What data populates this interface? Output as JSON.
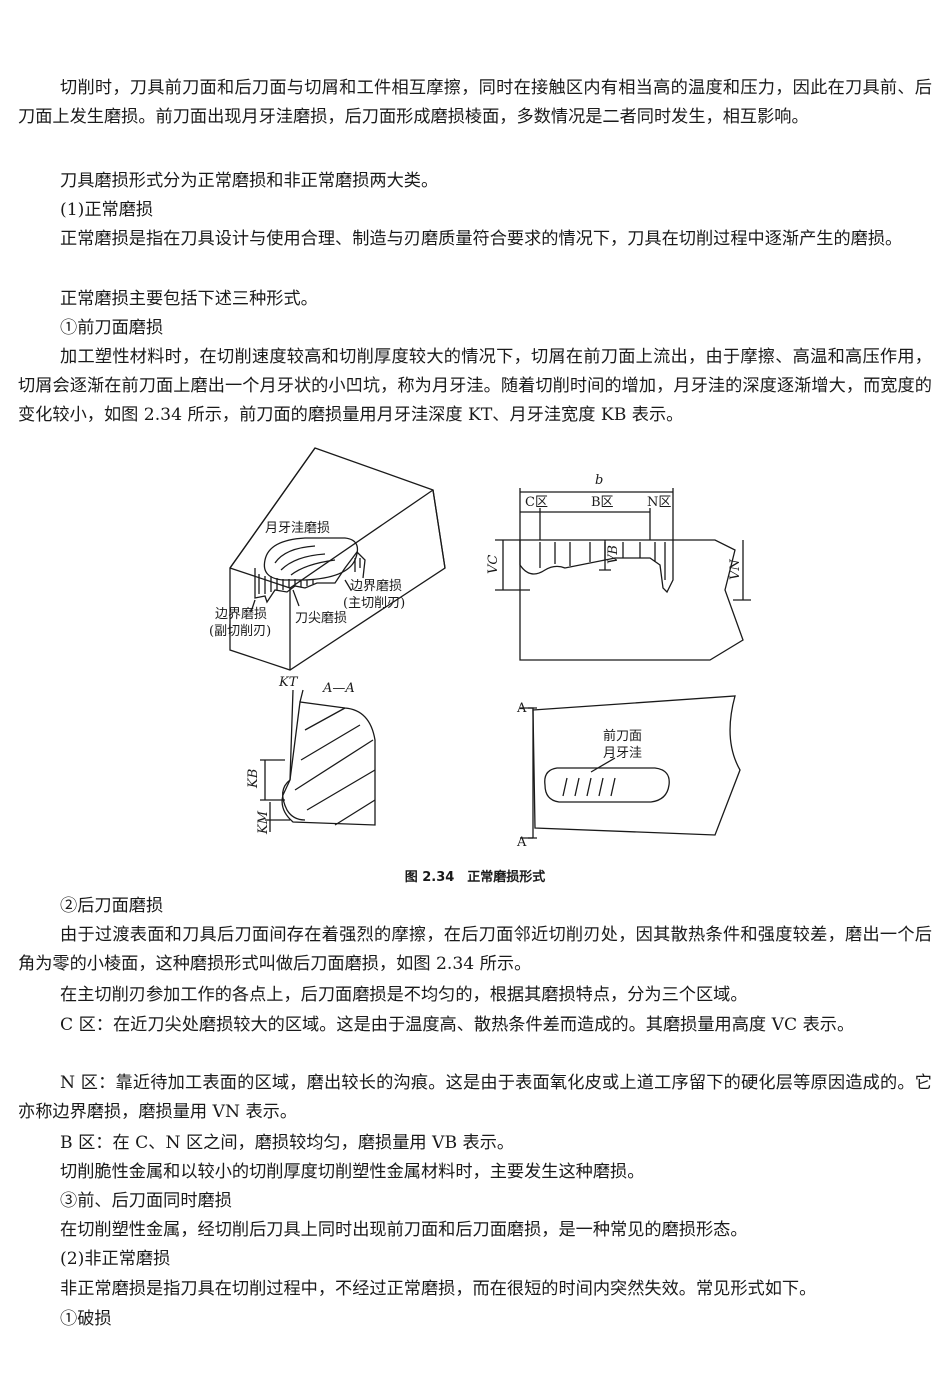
{
  "paragraphs": {
    "p1": "切削时，刀具前刀面和后刀面与切屑和工件相互摩擦，同时在接触区内有相当高的温度和压力，因此在刀具前、后刀面上发生磨损。前刀面出现月牙洼磨损，后刀面形成磨损棱面，多数情况是二者同时发生，相互影响。",
    "p2": "刀具磨损形式分为正常磨损和非正常磨损两大类。",
    "h1": "(1)正常磨损",
    "p3": "正常磨损是指在刀具设计与使用合理、制造与刃磨质量符合要求的情况下，刀具在切削过程中逐渐产生的磨损。",
    "p4": "正常磨损主要包括下述三种形式。",
    "h2": "①前刀面磨损",
    "p5": "加工塑性材料时，在切削速度较高和切削厚度较大的情况下，切屑在前刀面上流出，由于摩擦、高温和高压作用，切屑会逐渐在前刀面上磨出一个月牙状的小凹坑，称为月牙洼。随着切削时间的增加，月牙洼的深度逐渐增大，而宽度的变化较小，如图 2.34 所示，前刀面的磨损量用月牙洼深度 KT、月牙洼宽度 KB 表示。",
    "h3": "②后刀面磨损",
    "p6": "由于过渡表面和刀具后刀面间存在着强烈的摩擦，在后刀面邻近切削刃处，因其散热条件和强度较差，磨出一个后角为零的小棱面，这种磨损形式叫做后刀面磨损，如图 2.34 所示。",
    "p7": "在主切削刃参加工作的各点上，后刀面磨损是不均匀的，根据其磨损特点，分为三个区域。",
    "p8": "C 区：在近刀尖处磨损较大的区域。这是由于温度高、散热条件差而造成的。其磨损量用高度 VC 表示。",
    "p9": "N 区：靠近待加工表面的区域，磨出较长的沟痕。这是由于表面氧化皮或上道工序留下的硬化层等原因造成的。它亦称边界磨损，磨损量用 VN 表示。",
    "p10": "B 区：在 C、N 区之间，磨损较均匀，磨损量用 VB 表示。",
    "p11": "切削脆性金属和以较小的切削厚度切削塑性金属材料时，主要发生这种磨损。",
    "h4": "③前、后刀面同时磨损",
    "p12": "在切削塑性金属，经切削后刀具上同时出现前刀面和后刀面磨损，是一种常见的磨损形态。",
    "h5": "(2)非正常磨损",
    "p13": "非正常磨损是指刀具在切削过程中，不经过正常磨损，而在很短的时间内突然失效。常见形式如下。",
    "h6": "①破损"
  },
  "figure": {
    "caption": "图 2.34　正常磨损形式",
    "labels": {
      "crater": "月牙洼磨损",
      "boundary_main_1": "边界磨损",
      "boundary_main_2": "(主切削刃)",
      "boundary_minor_1": "边界磨损",
      "boundary_minor_2": "(副切削刃)",
      "tip": "刀尖磨损",
      "b": "b",
      "c_zone": "C区",
      "b_zone": "B区",
      "n_zone": "N区",
      "vc": "VC",
      "vb": "VB",
      "vn": "VN",
      "kt": "KT",
      "section": "A—A",
      "kb": "KB",
      "km": "KM",
      "a_top": "A",
      "a_bottom": "A",
      "rake_crater_1": "前刀面",
      "rake_crater_2": "月牙洼"
    }
  }
}
